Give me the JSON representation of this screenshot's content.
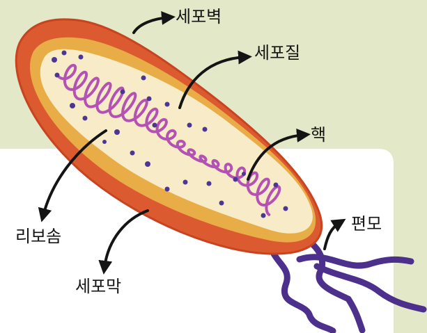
{
  "labels": {
    "cell_wall": "세포벽",
    "cytoplasm": "세포질",
    "nucleus": "핵",
    "ribosome": "리보솜",
    "cell_membrane": "세포막",
    "flagellum": "편모"
  },
  "colors": {
    "background_green": "#e3e8c8",
    "panel_white": "#ffffff",
    "cell_wall": "#db5a30",
    "cell_wall_dark": "#c8431f",
    "cell_membrane": "#e9ad48",
    "cytoplasm": "#f8ebc7",
    "nucleoid": "#b452b4",
    "ribosome": "#4c3694",
    "flagella": "#4d308c",
    "arrow": "#141414",
    "text": "#141414"
  }
}
